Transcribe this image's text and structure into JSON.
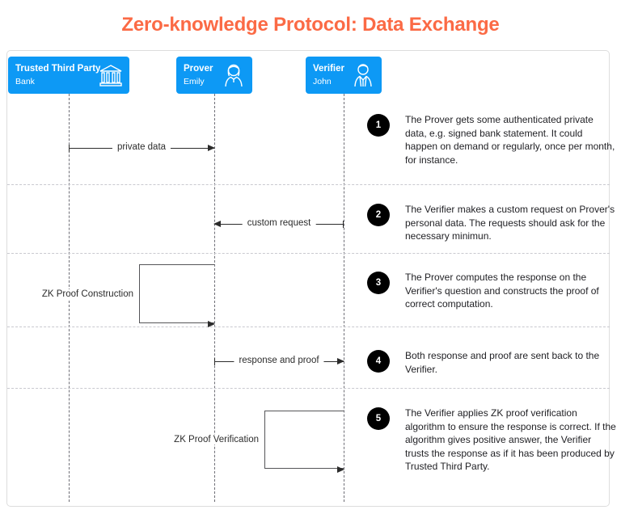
{
  "title": "Zero-knowledge Protocol: Data Exchange",
  "colors": {
    "title": "#fb6a45",
    "actor_box": "#0d99f5",
    "badge": "#000000",
    "lifeline": "#6e6e76",
    "separator": "#c9c9cf",
    "frame_border": "#dddddd",
    "arrow": "#2c2c2c"
  },
  "actors": [
    {
      "role": "Trusted Third Party",
      "name": "Bank",
      "icon": "bank-icon"
    },
    {
      "role": "Prover",
      "name": "Emily",
      "icon": "woman-icon"
    },
    {
      "role": "Verifier",
      "name": "John",
      "icon": "man-icon"
    }
  ],
  "messages": [
    {
      "label": "private data",
      "direction": "right",
      "from": "Trusted Third Party",
      "to": "Prover"
    },
    {
      "label": "custom request",
      "direction": "left",
      "from": "Verifier",
      "to": "Prover"
    },
    {
      "label": "ZK Proof Construction",
      "direction": "self",
      "actor": "Prover"
    },
    {
      "label": "response and proof",
      "direction": "right",
      "from": "Prover",
      "to": "Verifier"
    },
    {
      "label": "ZK Proof Verification",
      "direction": "self",
      "actor": "Verifier"
    }
  ],
  "steps": [
    {
      "number": "1",
      "text": "The Prover gets some authenticated private data, e.g. signed bank statement. It could happen on demand or regularly, once per month, for instance."
    },
    {
      "number": "2",
      "text": "The Verifier makes a custom request on Prover's personal data. The requests should ask for the necessary minimun."
    },
    {
      "number": "3",
      "text": "The Prover computes the response on the Verifier's question and constructs the proof of correct computation."
    },
    {
      "number": "4",
      "text": "Both response and proof are sent back to the Verifier."
    },
    {
      "number": "5",
      "text": "The Verifier applies ZK proof verification algorithm to ensure the response is correct. If the algorithm gives positive answer, the Verifier trusts the response as if it has been produced by Trusted Third Party."
    }
  ]
}
